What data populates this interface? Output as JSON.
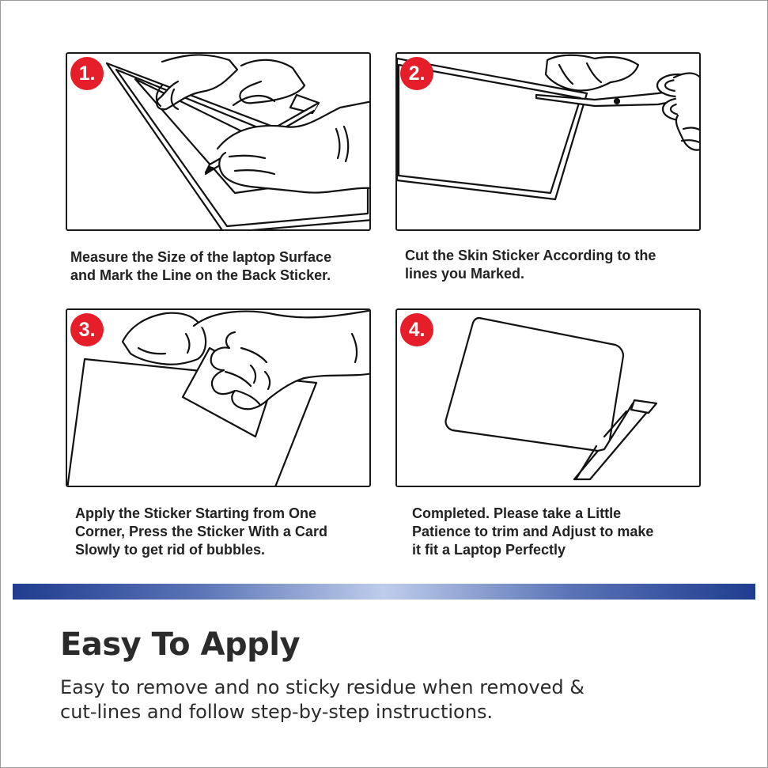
{
  "steps": [
    {
      "number": "1.",
      "caption_lines": [
        "Measure the Size of the laptop Surface",
        "and Mark the Line on the Back Sticker."
      ]
    },
    {
      "number": "2.",
      "caption_lines": [
        "Cut the Skin Sticker According to the",
        "lines you Marked."
      ]
    },
    {
      "number": "3.",
      "caption_lines": [
        "Apply the Sticker Starting from One",
        "Corner, Press the Sticker With a Card",
        "Slowly to get rid of bubbles."
      ]
    },
    {
      "number": "4.",
      "caption_lines": [
        "Completed. Please take a Little",
        "Patience to trim and Adjust to make",
        "it fit a Laptop Perfectly"
      ]
    }
  ],
  "footer": {
    "heading": "Easy To Apply",
    "description_lines": [
      "Easy to remove and no sticky residue when removed &",
      "cut-lines and follow step-by-step instructions."
    ]
  },
  "colors": {
    "badge": "#e51e2a",
    "bar_dark": "#1f3c8f",
    "bar_light": "#bfcdec",
    "text": "#222222"
  },
  "icons": [
    "pencil-marking-illustration",
    "scissors-cutting-illustration",
    "card-pressing-illustration",
    "laptop-folded-sticker-illustration"
  ]
}
